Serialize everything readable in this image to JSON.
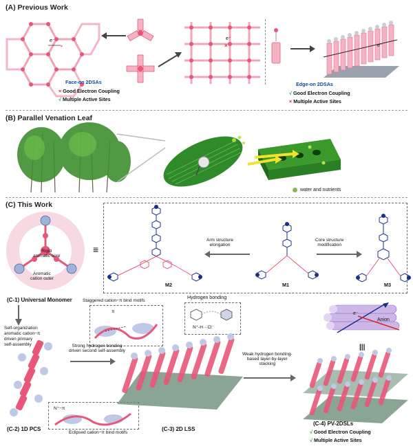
{
  "sectionA": {
    "title": "(A)  Previous Work",
    "electron": "e⁻",
    "electron2": "e⁻",
    "electron3": "e⁻",
    "faceon": {
      "title": "Face-on 2DSAs",
      "items": [
        {
          "mark": "×",
          "text": "Good Electron Coupling"
        },
        {
          "mark": "√",
          "text": "Multiple Active Sites"
        }
      ]
    },
    "edgeon": {
      "title": "Edge-on 2DSAs",
      "items": [
        {
          "mark": "√",
          "text": "Good Electron Coupling"
        },
        {
          "mark": "×",
          "text": "Multiple Active Sites"
        }
      ]
    }
  },
  "sectionB": {
    "title": "(B)  Parallel Venation Leaf",
    "legend": "water and nutrients"
  },
  "sectionC": {
    "title": "(C)  This Work",
    "monomer": {
      "core": "Rigid\naromatic core",
      "outer": "Aromatic\ncation outer",
      "equiv": "≡"
    },
    "arrows": {
      "left": "Arm structure\nelongation",
      "right": "Core structure\nmodification"
    },
    "molecules": [
      "M2",
      "M1",
      "M3"
    ],
    "c1": "(C-1) Universal Monomer",
    "selfOrg": "Self-organization\naromatic cation−π\ndriven primary\nself-assembly",
    "staggered": "Staggered cation−π bind motifs",
    "staggeredFormula": "π",
    "hbondTitle": "Hydrogen bonding",
    "hbondFormula": "N⁺-H···Cl⁻",
    "strongH": "Strong hydrogen bonding\ndriven second self-assembly",
    "weakH": "Weak hydrogen bonding-\nbased layer-by-layer\nstacking",
    "eclipsedFormula": "N⁺−π",
    "eclipsed": "Eclipsed cation−π bind motifs",
    "anion": "Anion",
    "eTop": "e⁻",
    "equals": "|||",
    "c2": "(C-2) 1D PCS",
    "c3": "(C-3) 2D LSS",
    "c4": "(C-4) PV-2DSLs",
    "c4items": [
      {
        "mark": "√",
        "text": "Good Electron Coupling"
      },
      {
        "mark": "√",
        "text": "Multiple Active Sites"
      }
    ]
  },
  "colors": {
    "pink": "#e8577a",
    "lightPink": "#f4b3c4",
    "blue": "#0b4aa0",
    "green": "#2e9d3b",
    "red": "#d8262e",
    "leafGreen": "#2f8a2a"
  }
}
